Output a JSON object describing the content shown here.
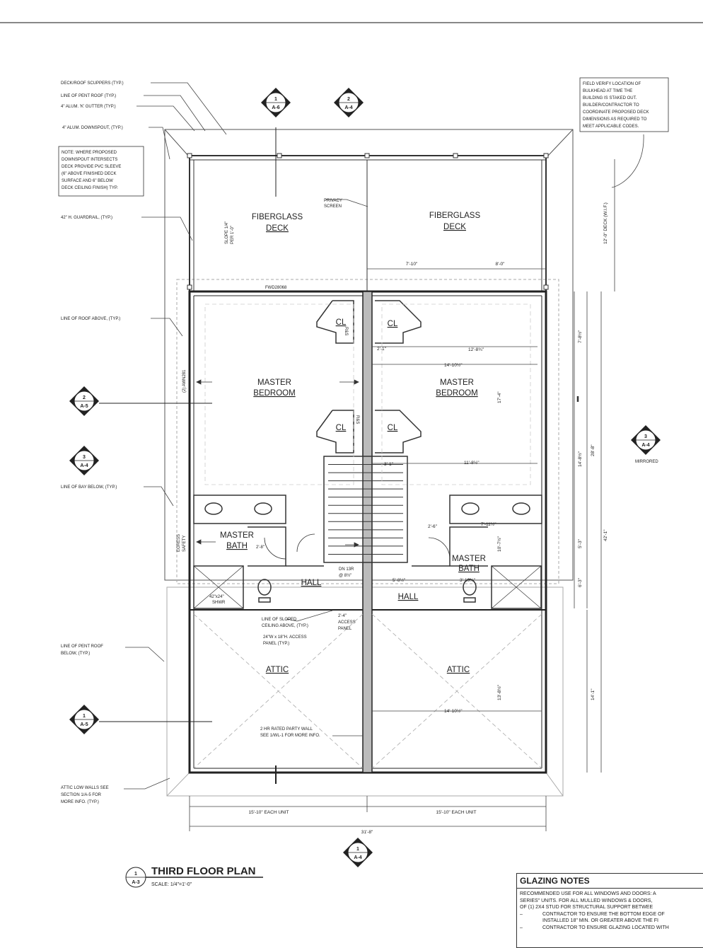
{
  "sheet": {
    "title": "THIRD FLOOR PLAN",
    "scale": "SCALE: 1/4\"=1'-0\"",
    "title_bubble": {
      "num": "1",
      "ref": "A-3"
    }
  },
  "rooms": {
    "deck_left": [
      "FIBERGLASS",
      "DECK"
    ],
    "deck_right": [
      "FIBERGLASS",
      "DECK"
    ],
    "bed_left": [
      "MASTER",
      "BEDROOM"
    ],
    "bed_right": [
      "MASTER",
      "BEDROOM"
    ],
    "bath_left": [
      "MASTER",
      "BATH"
    ],
    "bath_right": [
      "MASTER",
      "BATH"
    ],
    "hall_left": "HALL",
    "hall_right": "HALL",
    "attic_left": "ATTIC",
    "attic_right": "ATTIC",
    "cl": "CL"
  },
  "notes": {
    "scuppers": "DECK/ROOF SCUPPERS (TYP.)",
    "pent_roof": "LINE OF PENT ROOF (TYP.)",
    "gutter": "4\" ALUM. 'K' GUTTER (TYP.)",
    "downspout": "4\" ALUM. DOWNSPOUT, (TYP.)",
    "note_box": [
      "NOTE: WHERE PROPOSED",
      "DOWNSPOUT INTERSECTS",
      "DECK PROVIDE PVC SLEEVE",
      "(6\" ABOVE FINISHED DECK",
      "SURFACE AND 6\" BELOW",
      "DECK CEILING FINISH) TYP."
    ],
    "guardrail": "42\" H. GUARDRAIL, (TYP.)",
    "roof_above": "LINE OF ROOF ABOVE, (TYP.)",
    "bay_below": "LINE OF BAY BELOW, (TYP.)",
    "pent_below": [
      "LINE OF PENT ROOF",
      "BELOW, (TYP.)"
    ],
    "attic_walls": [
      "ATTIC LOW WALLS SEE",
      "SECTION 1/A-5 FOR",
      "MORE INFO. (TYP.)"
    ],
    "field_verify": [
      "FIELD VERIFY LOCATION OF",
      "BULKHEAD AT TIME THE",
      "BUILDING IS STAKED OUT.",
      "BUILDER/CONTRACTOR TO",
      "COORDINATE PROPOSED DECK",
      "DIMENSIONS AS REQUIRED TO",
      "MEET APPLICABLE CODES."
    ],
    "privacy": [
      "PRIVACY",
      "SCREEN"
    ],
    "slope": [
      "SLOPE 1/4\"",
      "PER 1'-0\""
    ],
    "sloped_ceiling": [
      "LINE OF SLOPED",
      "CEILING ABOVE, (TYP.)"
    ],
    "access_panel": [
      "24\"W x 18\"H. ACCESS",
      "PANEL (TYP.)"
    ],
    "access_panel2": [
      "2'-4\"",
      "ACCESS",
      "PANEL"
    ],
    "party_wall": [
      "2 HR RATED PARTY WALL",
      "SEE 1/WL-1 FOR MORE INFO."
    ],
    "stair": [
      "DN 13R",
      "@ 8½\""
    ],
    "mirrored": "MIRRORED",
    "shwr": [
      "42\"x24\"",
      "SHWR"
    ],
    "fwd": "FWD28068",
    "awn": "(2) AWN281",
    "egress": [
      "EGRESS",
      "SAFETY"
    ],
    "rh": "R&S",
    "door_28": "2'-8\""
  },
  "dims": {
    "unit_each_l": "15'-10\" EACH UNIT",
    "unit_each_r": "15'-10\" EACH UNIT",
    "overall": "31'-8\"",
    "deck_a": "7'-10\"",
    "deck_b": "8'-0\"",
    "d1": "12'-8¾\"",
    "d2": "14'-10½\"",
    "d3": "11'-8½\"",
    "d4": "7'-11½\"",
    "d5": "14'-10½\"",
    "d6": "2'-1\"",
    "d7": "3'-1\"",
    "d8": "5'-8½\"",
    "d9": "3'-10½\"",
    "d10": "2'-6\"",
    "v_deck": "12'-0\" DECK (W.I.F.)",
    "v_total": "42'-1\"",
    "v_house": "28'-8\"",
    "v_attic": "14'-1\"",
    "v1": "7'-8½\"",
    "v2": "17'-4\"",
    "v3": "14'-8½\"",
    "v4": "10'-7½\"",
    "v5": "5'-3\"",
    "v6": "6'-3\"",
    "v7": "13'-8½\""
  },
  "bubbles": [
    {
      "id": "top1",
      "num": "1",
      "ref": "A-6"
    },
    {
      "id": "top2",
      "num": "2",
      "ref": "A-4"
    },
    {
      "id": "left2",
      "num": "2",
      "ref": "A-5"
    },
    {
      "id": "left3",
      "num": "3",
      "ref": "A-4"
    },
    {
      "id": "left1",
      "num": "1",
      "ref": "A-5"
    },
    {
      "id": "right3",
      "num": "3",
      "ref": "A-4"
    },
    {
      "id": "bottom1",
      "num": "1",
      "ref": "A-4"
    }
  ],
  "glazing": {
    "title": "GLAZING NOTES",
    "lines": [
      "RECOMMENDED USE FOR ALL WINDOWS AND DOORS: A",
      "SERIES\" UNITS. FOR ALL MULLED WINDOWS & DOORS,",
      "OF (1) 2X4 STUD FOR STRUCTURAL SUPPORT BETWEE"
    ],
    "bullets": [
      [
        "CONTRACTOR TO ENSURE THE BOTTOM EDGE OF",
        "INSTALLED 18\" MIN. OR GREATER ABOVE THE FI"
      ],
      [
        "CONTRACTOR TO ENSURE GLAZING LOCATED WITH",
        ""
      ]
    ],
    "dash": "–"
  }
}
